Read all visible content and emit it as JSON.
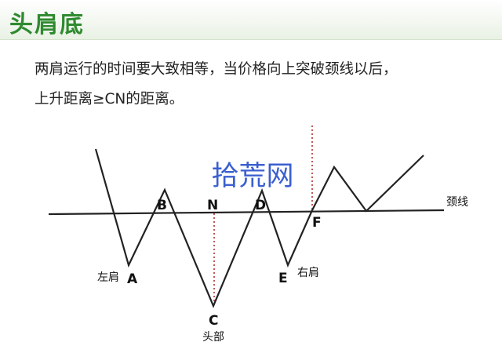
{
  "header": {
    "title": "头肩底"
  },
  "description": {
    "line1": "两肩运行的时间要大致相等，当价格向上突破颈线以后，",
    "line2": "上升距离≥CN的距离。"
  },
  "watermark": "拾荒网",
  "neckline_label": "颈线",
  "points": {
    "A": "A",
    "B": "B",
    "C": "C",
    "D": "D",
    "E": "E",
    "F": "F",
    "N": "N"
  },
  "point_captions": {
    "left_shoulder": "左肩",
    "head": "头部",
    "right_shoulder": "右肩"
  },
  "colors": {
    "title": "#2f8a2f",
    "line": "#222222",
    "dotted": "#b03030",
    "watermark": "#3a5fd0"
  }
}
